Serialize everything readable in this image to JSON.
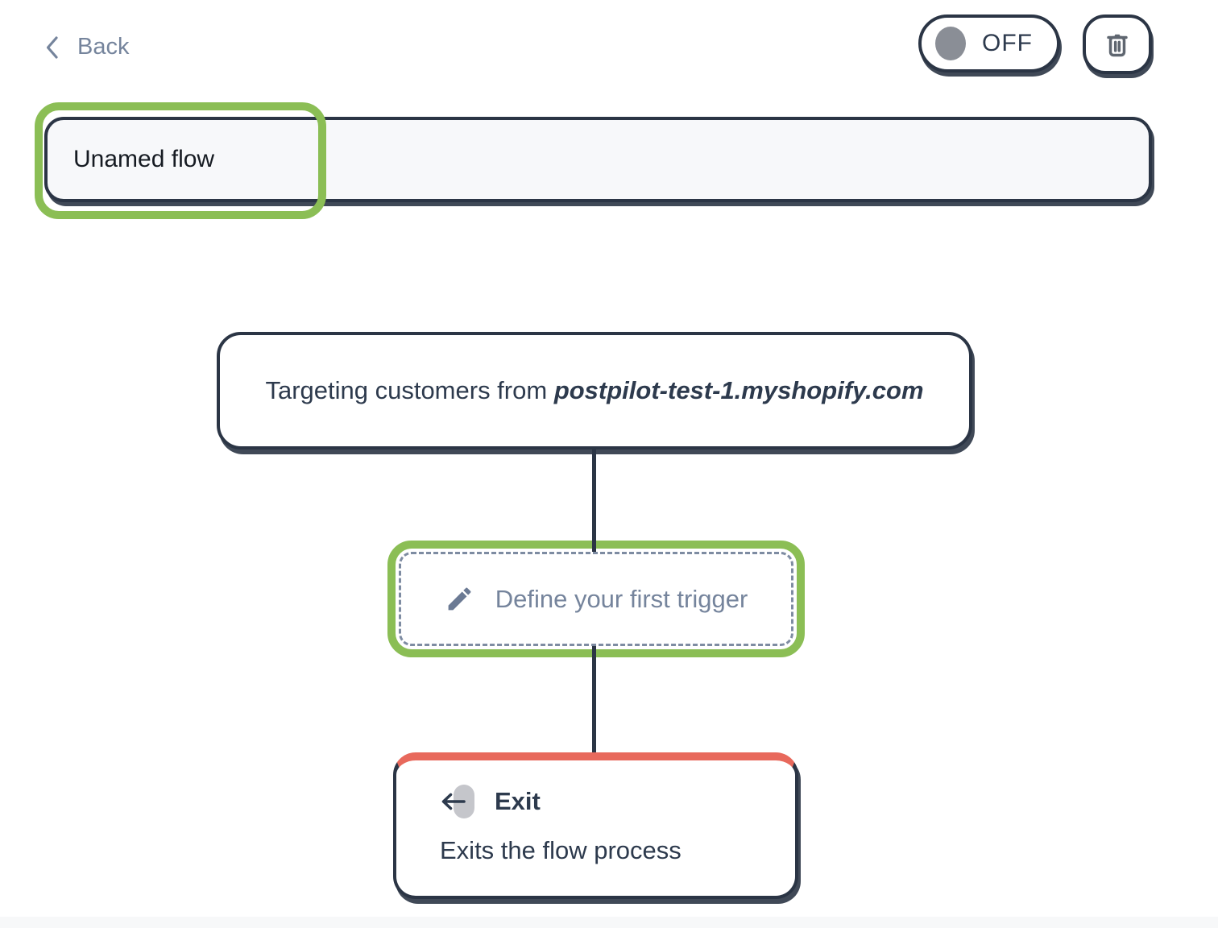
{
  "header": {
    "back": {
      "label": "Back"
    },
    "toggle": {
      "state_label": "OFF"
    }
  },
  "flow_name": {
    "value": "Unamed flow"
  },
  "nodes": {
    "targeting": {
      "prefix": "Targeting customers from ",
      "domain": "postpilot-test-1.myshopify.com"
    },
    "trigger": {
      "label": "Define your first trigger"
    },
    "exit": {
      "title": "Exit",
      "description": "Exits the flow process"
    }
  },
  "annotations": {
    "highlighted_elements": [
      "flow-name-input",
      "define-trigger-button"
    ],
    "ring_color": "#8BBE55"
  },
  "icons": {
    "back": "chevron-left",
    "toggle_knob": "gray-circle",
    "delete": "trash",
    "trigger": "pencil",
    "exit": "arrow-left-leaving-door"
  },
  "colors": {
    "navy": "#2B3545",
    "text-navy": "#2D3A4D",
    "slate": "#75849C",
    "green": "#8BBE55",
    "red": "#E8695C",
    "knob-gray": "#8A8E96",
    "icon-gray": "#5F6670",
    "pill-gray": "#C5C6CB",
    "input-bg": "#F7F8FA"
  }
}
